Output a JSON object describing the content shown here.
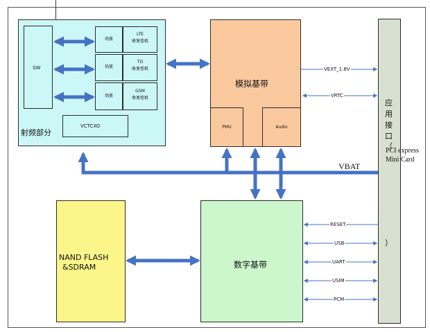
{
  "rf": {
    "region_label": "射频部分",
    "sw": "SW",
    "pa": [
      "功放",
      "功放",
      "功放"
    ],
    "transceivers": [
      {
        "line1": "LTE",
        "line2": "收发信机"
      },
      {
        "line1": "TD",
        "line2": "收发信机"
      },
      {
        "line1": "GSM",
        "line2": "收发信机"
      }
    ],
    "vctcxo": "VCTCXO"
  },
  "analog": {
    "title": "模拟基带",
    "pmu": "PMU",
    "audio": "Audio"
  },
  "digital": {
    "title": "数字基带"
  },
  "memory": {
    "line1": "NAND FLASH",
    "line2": "&SDRAM"
  },
  "interface": {
    "chars": [
      "应",
      "用",
      "接",
      "口",
      "（"
    ],
    "pci_line1": "PCI express",
    "pci_line2": "Mini Card",
    "close": "）"
  },
  "signals": {
    "vext": "VEXT_1.8V",
    "vrtc": "VRTC",
    "vbat": "VBAT",
    "reset": "RESET",
    "usb": "USB",
    "uart": "UART",
    "usim": "USIM",
    "pcm": "PCM"
  },
  "colors": {
    "rf": "#ccf7f7",
    "analog": "#fbc99e",
    "digital": "#ccf7cc",
    "memory": "#fbf58a",
    "interface": "#d8e0cf",
    "arrow": "#4472c4"
  }
}
